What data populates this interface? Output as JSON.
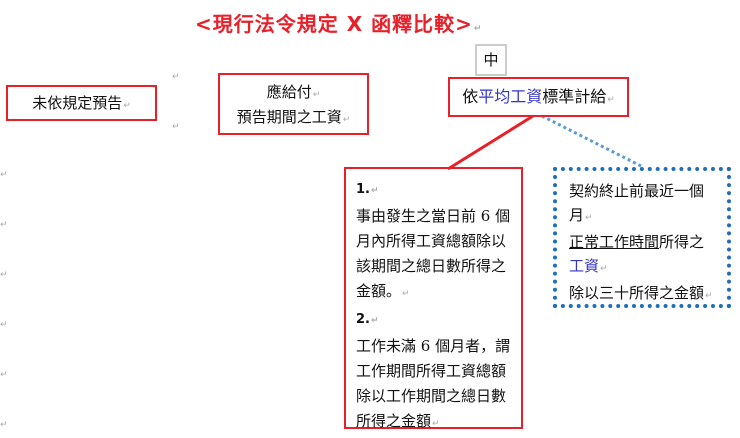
{
  "title": "<現行法令規定 X 函釋比較>",
  "ime_indicator": "中",
  "boxes": {
    "no_notice": "未依規定預告",
    "should_pay_line1": "應給付",
    "should_pay_line2": "預告期間之工資",
    "calc_prefix": "依",
    "calc_highlight": "平均工資",
    "calc_suffix": "標準計給",
    "law": {
      "item1_num": "1.",
      "item1_text": "事由發生之當日前 6 個月內所得工資總額除以該期間之總日數所得之金額。",
      "item2_num": "2.",
      "item2_text": "工作未滿 6 個月者，謂工作期間所得工資總額除以工作期間之總日數所得之金額"
    },
    "interpretation": {
      "line1": "契約終止前最近一個月",
      "underlined": "正常工作時間",
      "line2_rest": "所得之",
      "highlight": "工資",
      "line3": "除以三十所得之金額"
    }
  },
  "colors": {
    "red": "#e8202a",
    "blue_dotted": "#1f6fb8",
    "highlight_text": "#3333cc"
  }
}
